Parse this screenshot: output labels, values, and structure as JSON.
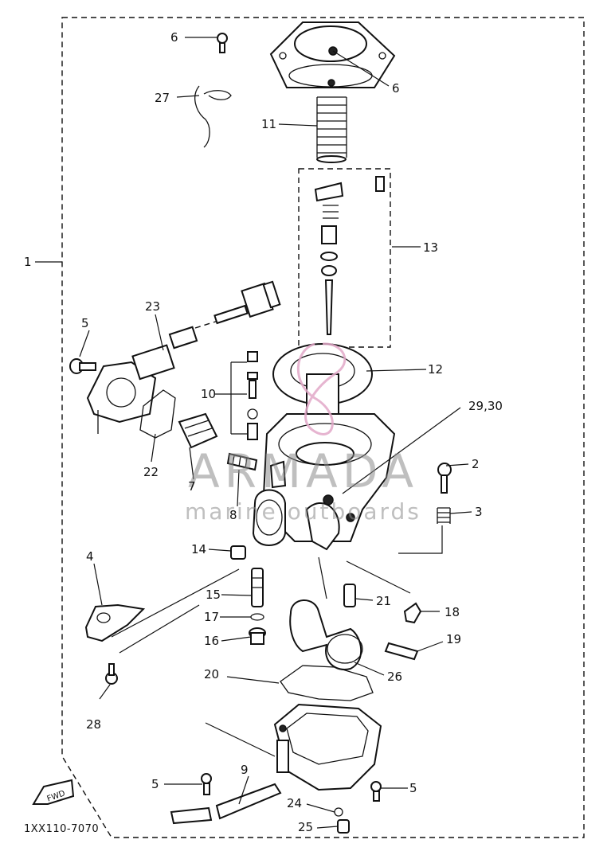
{
  "diagram": {
    "code": "1XX110-7070",
    "fwd_label": "FWD",
    "watermark": {
      "brand": "ARMADA",
      "tagline": "marine outboards",
      "color": "#e2a8c8"
    },
    "callouts": [
      {
        "id": "c1",
        "text": "1"
      },
      {
        "id": "c2",
        "text": "2"
      },
      {
        "id": "c3",
        "text": "3"
      },
      {
        "id": "c4",
        "text": "4"
      },
      {
        "id": "c5a",
        "text": "5"
      },
      {
        "id": "c5b",
        "text": "5"
      },
      {
        "id": "c5c",
        "text": "5"
      },
      {
        "id": "c6a",
        "text": "6"
      },
      {
        "id": "c6b",
        "text": "6"
      },
      {
        "id": "c7",
        "text": "7"
      },
      {
        "id": "c8",
        "text": "8"
      },
      {
        "id": "c9",
        "text": "9"
      },
      {
        "id": "c10",
        "text": "10"
      },
      {
        "id": "c11",
        "text": "11"
      },
      {
        "id": "c12",
        "text": "12"
      },
      {
        "id": "c13",
        "text": "13"
      },
      {
        "id": "c14",
        "text": "14"
      },
      {
        "id": "c15",
        "text": "15"
      },
      {
        "id": "c16",
        "text": "16"
      },
      {
        "id": "c17",
        "text": "17"
      },
      {
        "id": "c18",
        "text": "18"
      },
      {
        "id": "c19",
        "text": "19"
      },
      {
        "id": "c20",
        "text": "20"
      },
      {
        "id": "c21",
        "text": "21"
      },
      {
        "id": "c22",
        "text": "22"
      },
      {
        "id": "c23",
        "text": "23"
      },
      {
        "id": "c24",
        "text": "24"
      },
      {
        "id": "c25",
        "text": "25"
      },
      {
        "id": "c26",
        "text": "26"
      },
      {
        "id": "c27",
        "text": "27"
      },
      {
        "id": "c28",
        "text": "28"
      },
      {
        "id": "c2930",
        "text": "29,30"
      }
    ]
  }
}
